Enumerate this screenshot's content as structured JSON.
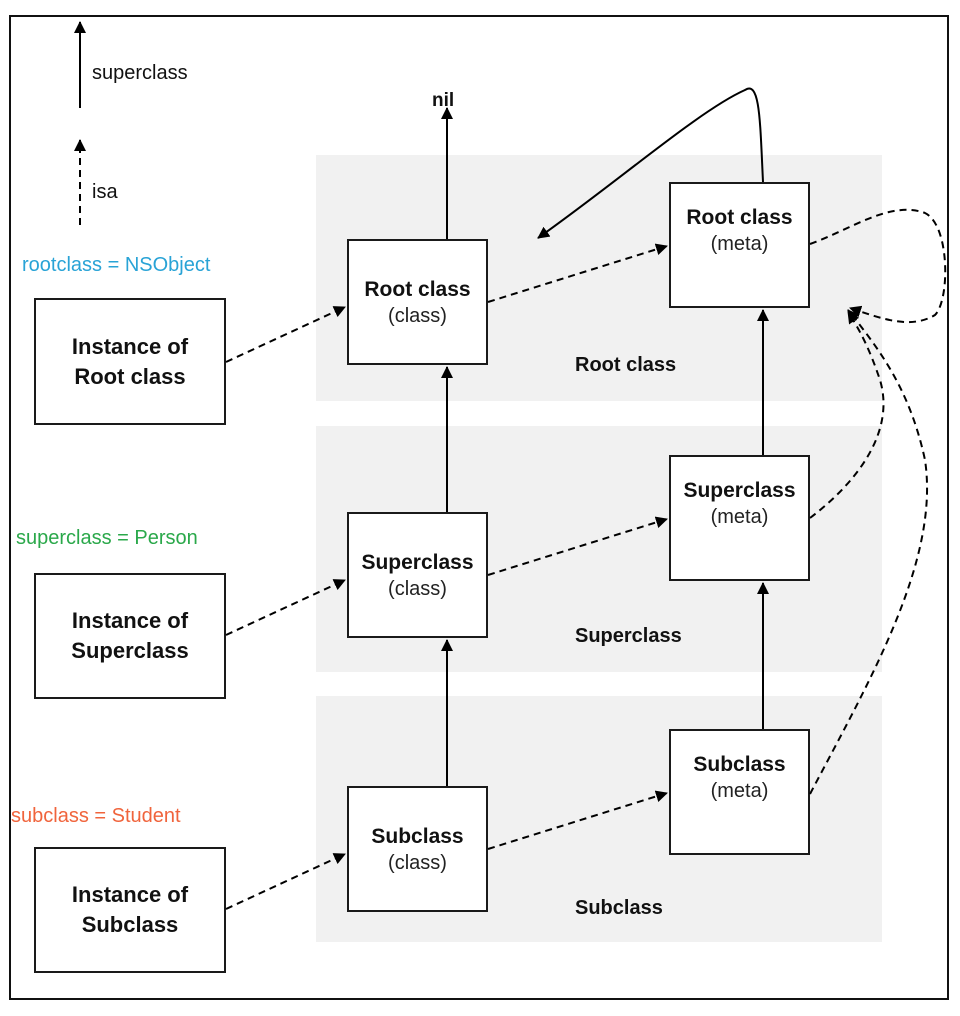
{
  "legend": {
    "superclass_label": "superclass",
    "isa_label": "isa"
  },
  "notes": {
    "rootclass": {
      "text": "rootclass = NSObject",
      "color": "#29a3d6"
    },
    "superclass": {
      "text": "superclass = Person",
      "color": "#2aa84a"
    },
    "subclass": {
      "text": "subclass = Student",
      "color": "#f0643c"
    }
  },
  "nil_label": "nil",
  "bands": {
    "root": "Root class",
    "super": "Superclass",
    "sub": "Subclass"
  },
  "nodes": {
    "inst_root": {
      "title": "Instance of",
      "subtitle": "Root class"
    },
    "inst_super": {
      "title": "Instance of",
      "subtitle": "Superclass"
    },
    "inst_sub": {
      "title": "Instance of",
      "subtitle": "Subclass"
    },
    "root_class": {
      "title": "Root class",
      "subtitle": "(class)"
    },
    "root_meta": {
      "title": "Root class",
      "subtitle": "(meta)"
    },
    "super_class": {
      "title": "Superclass",
      "subtitle": "(class)"
    },
    "super_meta": {
      "title": "Superclass",
      "subtitle": "(meta)"
    },
    "sub_class": {
      "title": "Subclass",
      "subtitle": "(class)"
    },
    "sub_meta": {
      "title": "Subclass",
      "subtitle": "(meta)"
    }
  },
  "edges": [
    {
      "from": "root_class",
      "to": "nil",
      "type": "superclass"
    },
    {
      "from": "super_class",
      "to": "root_class",
      "type": "superclass"
    },
    {
      "from": "sub_class",
      "to": "super_class",
      "type": "superclass"
    },
    {
      "from": "root_meta",
      "to": "root_class",
      "type": "superclass"
    },
    {
      "from": "super_meta",
      "to": "root_meta",
      "type": "superclass"
    },
    {
      "from": "sub_meta",
      "to": "super_meta",
      "type": "superclass"
    },
    {
      "from": "inst_root",
      "to": "root_class",
      "type": "isa"
    },
    {
      "from": "inst_super",
      "to": "super_class",
      "type": "isa"
    },
    {
      "from": "inst_sub",
      "to": "sub_class",
      "type": "isa"
    },
    {
      "from": "root_class",
      "to": "root_meta",
      "type": "isa"
    },
    {
      "from": "super_class",
      "to": "super_meta",
      "type": "isa"
    },
    {
      "from": "sub_class",
      "to": "sub_meta",
      "type": "isa"
    },
    {
      "from": "root_meta",
      "to": "root_meta",
      "type": "isa"
    },
    {
      "from": "super_meta",
      "to": "root_meta",
      "type": "isa"
    },
    {
      "from": "sub_meta",
      "to": "root_meta",
      "type": "isa"
    }
  ]
}
